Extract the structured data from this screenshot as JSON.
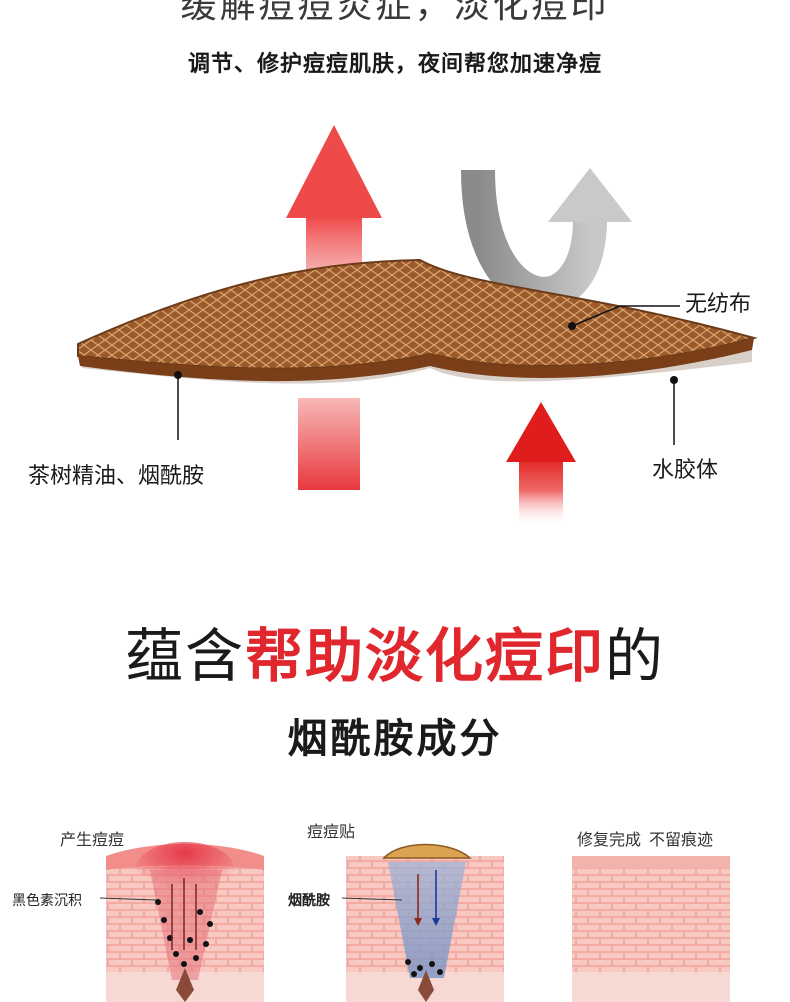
{
  "header": {
    "title": "缓解痘痘炎症，淡化痘印",
    "subtitle": "调节、修护痘痘肌肤，夜间帮您加速净痘"
  },
  "diagram": {
    "labels": {
      "nonwoven": "无纺布",
      "tea_tree": "茶树精油、烟酰胺",
      "hydrocolloid": "水胶体"
    }
  },
  "feature": {
    "headline_prefix": "蕴含",
    "headline_accent": "帮助淡化痘印",
    "headline_suffix": "的",
    "subhead": "烟酰胺成分"
  },
  "panels": {
    "p1_caption": "产生痘痘",
    "p1_leader": "黑色素沉积",
    "p2_caption": "痘痘贴",
    "p2_leader": "烟酰胺",
    "p3_caption_a": "修复完成",
    "p3_caption_b": "不留痕迹"
  },
  "colors": {
    "accent_red": "#e0272e",
    "patch_brown": "#8a4a22",
    "skin_pink": "#f2a9a2"
  }
}
